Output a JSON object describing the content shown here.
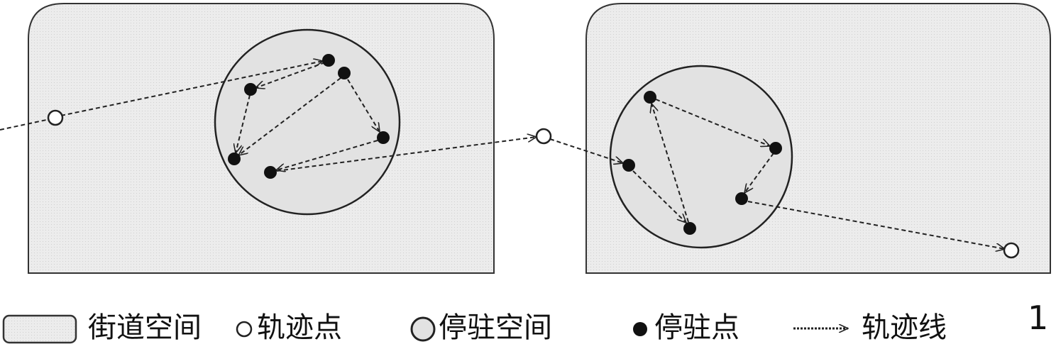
{
  "legend": {
    "street_space": "街道空间",
    "track_point": "轨迹点",
    "stay_space": "停驻空间",
    "stay_point": "停驻点",
    "track_line": "轨迹线"
  },
  "figure_number": "1",
  "colors": {
    "fill": "#e6e6e6",
    "stroke": "#222222"
  }
}
